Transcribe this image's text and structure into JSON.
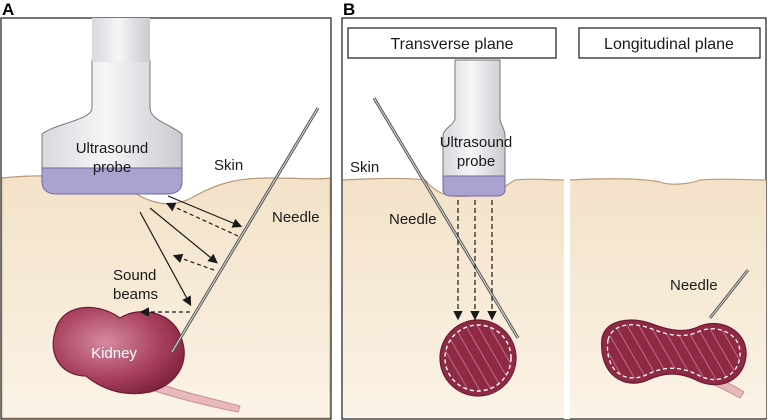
{
  "panel_a": {
    "letter": "A",
    "probe_line1": "Ultrasound",
    "probe_line2": "probe",
    "skin": "Skin",
    "needle": "Needle",
    "beams_line1": "Sound",
    "beams_line2": "beams",
    "kidney": "Kidney"
  },
  "panel_b": {
    "letter": "B",
    "transverse_title": "Transverse plane",
    "longitudinal_title": "Longitudinal plane",
    "skin": "Skin",
    "probe_line1": "Ultrasound",
    "probe_line2": "probe",
    "needle_transverse": "Needle",
    "needle_longitudinal": "Needle"
  },
  "colors": {
    "background_tissue": "#f8ecd9",
    "tissue_edge": "#e3c9a6",
    "kidney": "#8f2a45",
    "kidney_highlight": "#c46a84",
    "probe_body": "#e2e2e6",
    "probe_tip": "#a79fcc",
    "ureter": "#e7b7b9"
  }
}
